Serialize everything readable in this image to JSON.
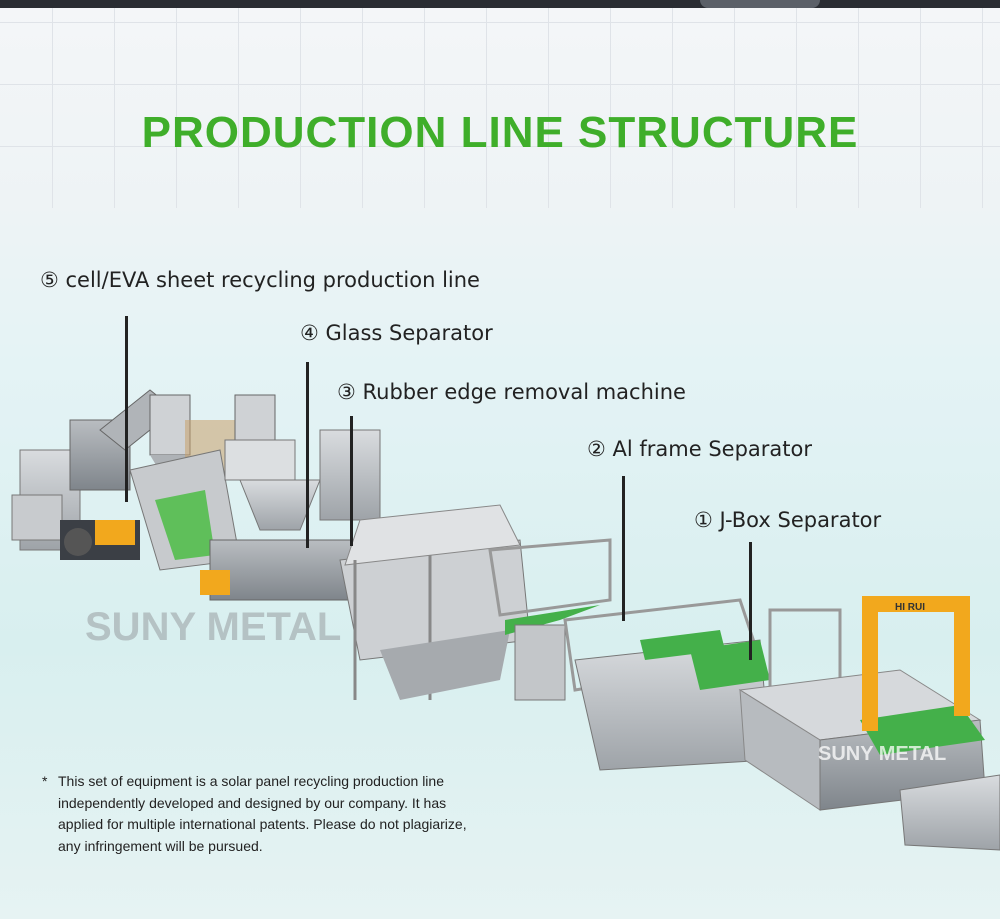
{
  "title": "PRODUCTION LINE STRUCTURE",
  "labels": {
    "l5": "⑤ cell/EVA sheet recycling production line",
    "l4": "④ Glass Separator",
    "l3": "③ Rubber edge removal machine",
    "l2": "② Al frame Separator",
    "l1": "① J-Box Separator"
  },
  "watermarks": {
    "main": "SUNY METAL",
    "secondary": "SUNY METAL",
    "gantry": "HI RUI"
  },
  "note": {
    "star": "*",
    "lines": [
      "This set of equipment is a solar panel recycling production line",
      "independently developed and designed by our company. It has",
      "applied for multiple international patents. Please do not plagiarize,",
      "any infringement will be pursued."
    ]
  },
  "colors": {
    "title": "#3fae2a",
    "gantry": "#f2a81d",
    "conveyor": "#44b04a"
  }
}
